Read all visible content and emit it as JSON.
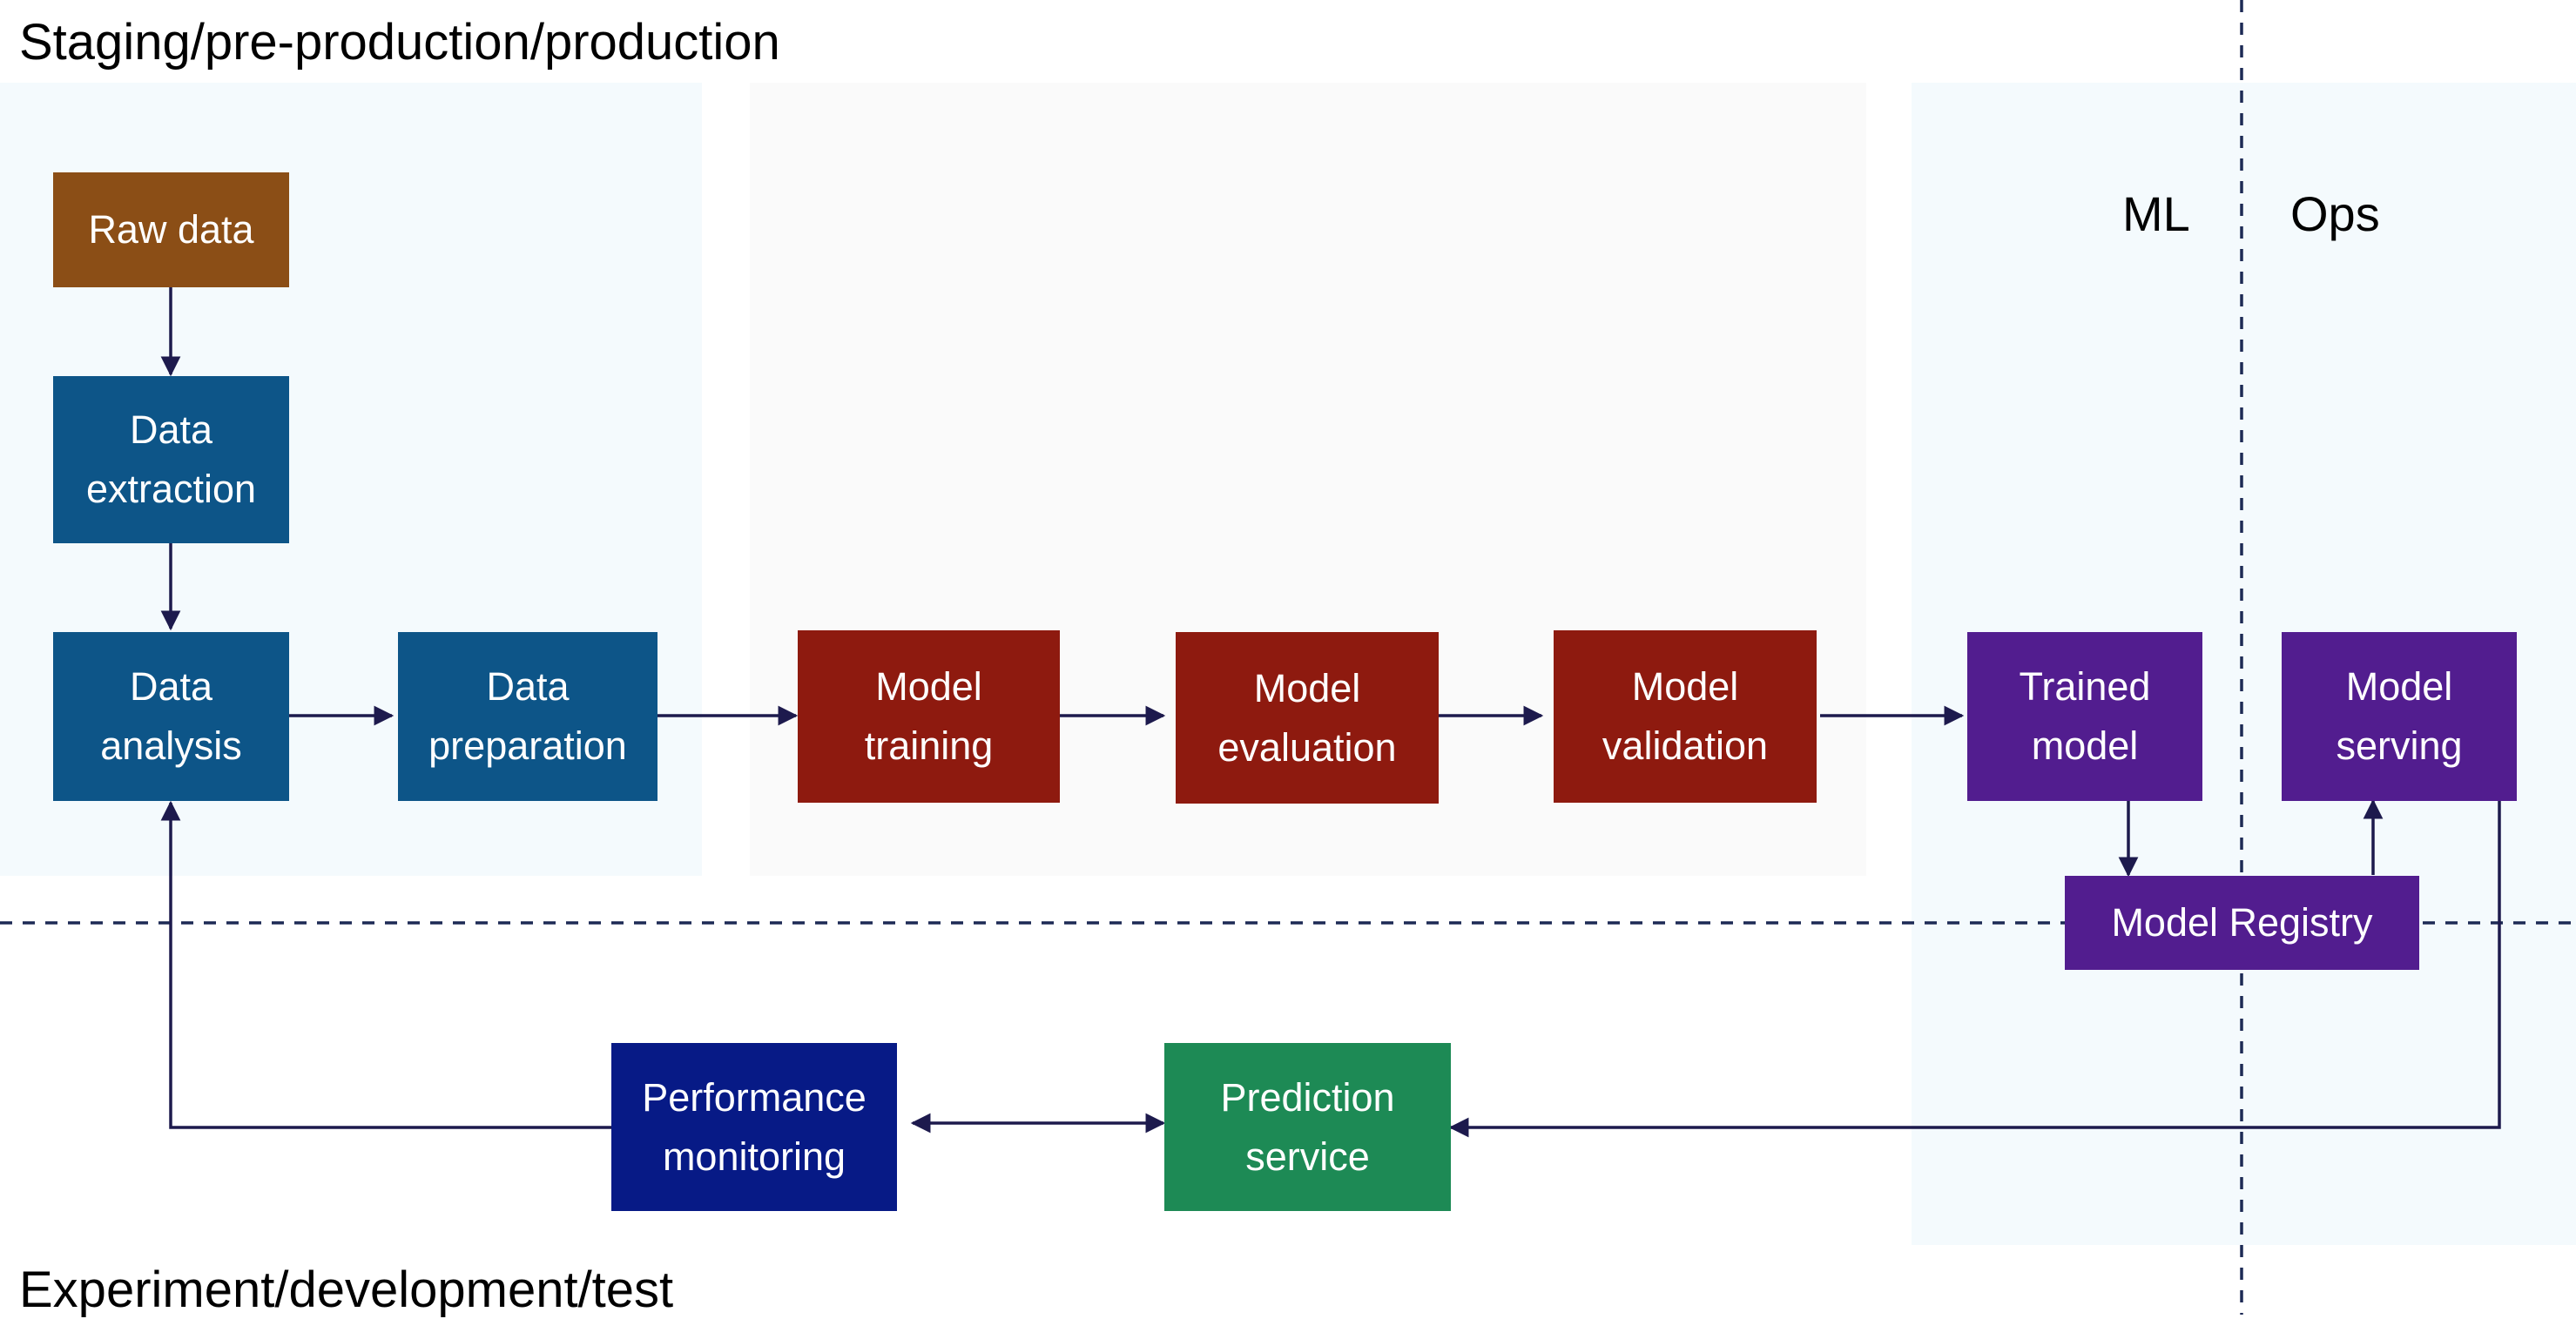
{
  "labels": {
    "top_environment": "Staging/pre-production/production",
    "bottom_environment": "Experiment/development/test",
    "ml_lane": "ML",
    "ops_lane": "Ops"
  },
  "nodes": {
    "raw_data": {
      "text": "Raw data",
      "color": "#8b4e16"
    },
    "data_extraction": {
      "text": "Data extraction",
      "color": "#0d5588"
    },
    "data_analysis": {
      "text": "Data analysis",
      "color": "#0d5588"
    },
    "data_preparation": {
      "text": "Data preparation",
      "color": "#0d5588"
    },
    "model_training": {
      "text": "Model training",
      "color": "#8e1a0f"
    },
    "model_evaluation": {
      "text": "Model evaluation",
      "color": "#8e1a0f"
    },
    "model_validation": {
      "text": "Model validation",
      "color": "#8e1a0f"
    },
    "trained_model": {
      "text": "Trained model",
      "color": "#521d8f"
    },
    "model_serving": {
      "text": "Model serving",
      "color": "#521d8f"
    },
    "model_registry": {
      "text": "Model Registry",
      "color": "#521d8f"
    },
    "performance_monitoring": {
      "text": "Performance monitoring",
      "color": "#071a86"
    },
    "prediction_service": {
      "text": "Prediction service",
      "color": "#1d8a55"
    }
  },
  "edges": [
    {
      "from": "Raw data",
      "to": "Data extraction"
    },
    {
      "from": "Data extraction",
      "to": "Data analysis"
    },
    {
      "from": "Data analysis",
      "to": "Data preparation"
    },
    {
      "from": "Data preparation",
      "to": "Model training"
    },
    {
      "from": "Model training",
      "to": "Model evaluation"
    },
    {
      "from": "Model evaluation",
      "to": "Model validation"
    },
    {
      "from": "Model validation",
      "to": "Trained model"
    },
    {
      "from": "Trained model",
      "to": "Model Registry"
    },
    {
      "from": "Model Registry",
      "to": "Model serving"
    },
    {
      "from": "Model serving",
      "to": "Prediction service"
    },
    {
      "from": "Performance monitoring",
      "to": "Prediction service",
      "bidirectional": true
    },
    {
      "from": "Performance monitoring",
      "to": "Data analysis"
    }
  ],
  "colors": {
    "connector": "#1d1a4d",
    "divider": "#1d2a55",
    "region_blue": "#f4fafd",
    "region_gray": "#fafafa"
  }
}
